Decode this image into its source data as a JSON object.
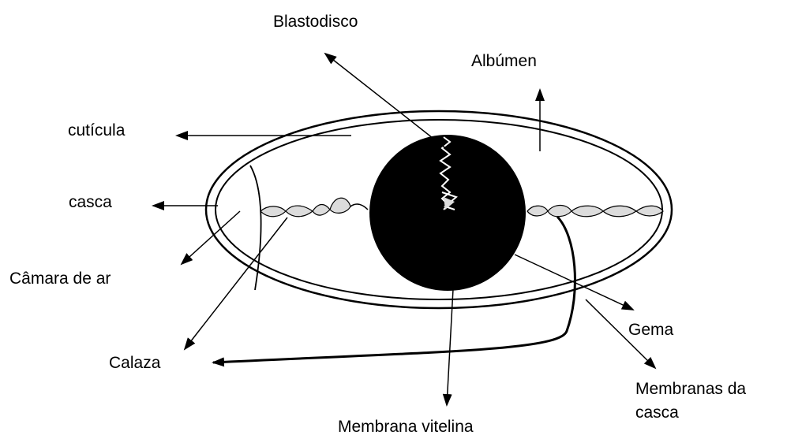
{
  "labels": {
    "blastodisco": "Blastodisco",
    "albumen": "Albúmen",
    "cuticula": "cutícula",
    "casca": "casca",
    "camara_de_ar": "Câmara de ar",
    "calaza": "Calaza",
    "gema": "Gema",
    "membranas_da_casca_line1": "Membranas da",
    "membranas_da_casca_line2": "casca",
    "membrana_vitelina": "Membrana vitelina"
  },
  "colors": {
    "ink": "#000000",
    "yolk": "#000000",
    "background": "#ffffff",
    "chalaza_fill": "#dcdcdc"
  }
}
